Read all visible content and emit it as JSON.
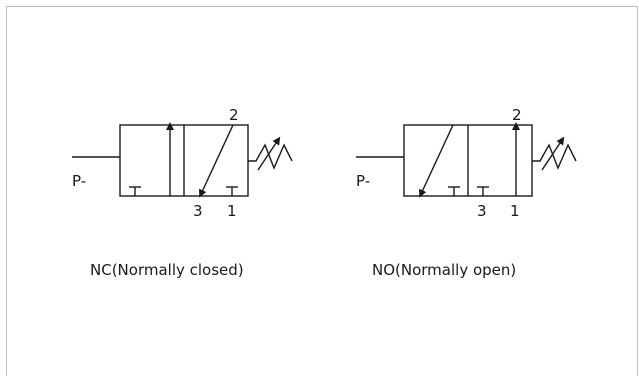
{
  "diagrams": [
    {
      "caption": "NC(Normally closed)",
      "pilot_label": "P-",
      "port_top": "2",
      "port_bottom_left": "3",
      "port_bottom_right": "1"
    },
    {
      "caption": "NO(Normally open)",
      "pilot_label": "P-",
      "port_top": "2",
      "port_bottom_left": "3",
      "port_bottom_right": "1"
    }
  ],
  "colors": {
    "line": "#1a1a1a",
    "frame": "#bdbdbd"
  }
}
